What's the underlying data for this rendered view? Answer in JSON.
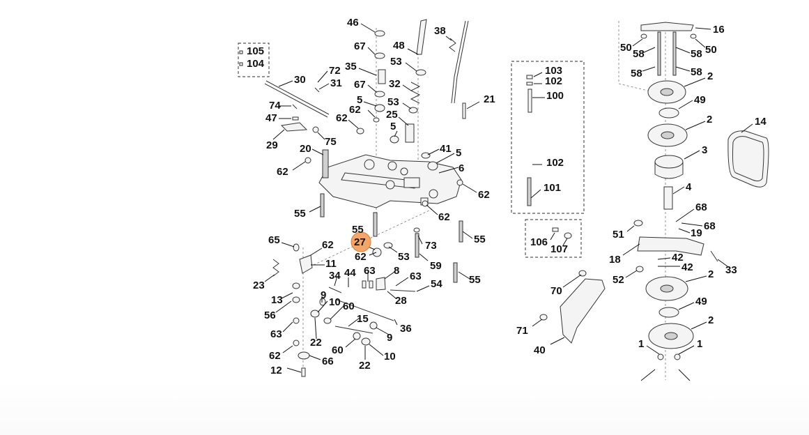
{
  "highlight": {
    "label": "27",
    "color": "#f2a66a"
  },
  "labels": [
    "46",
    "48",
    "38",
    "67",
    "53",
    "105",
    "104",
    "35",
    "72",
    "30",
    "31",
    "67",
    "32",
    "21",
    "5",
    "74",
    "62",
    "53",
    "62",
    "25",
    "47",
    "5",
    "75",
    "29",
    "20",
    "41",
    "5",
    "62",
    "6",
    "62",
    "55",
    "62",
    "55",
    "27",
    "65",
    "62",
    "73",
    "55",
    "62",
    "53",
    "11",
    "59",
    "23",
    "34",
    "44",
    "63",
    "8",
    "63",
    "54",
    "55",
    "13",
    "9",
    "10",
    "60",
    "28",
    "56",
    "36",
    "15",
    "63",
    "22",
    "9",
    "60",
    "62",
    "10",
    "66",
    "22",
    "12",
    "103",
    "102",
    "100",
    "102",
    "101",
    "106",
    "107",
    "16",
    "50",
    "58",
    "58",
    "50",
    "58",
    "58",
    "2",
    "49",
    "2",
    "14",
    "3",
    "4",
    "68",
    "19",
    "68",
    "51",
    "18",
    "42",
    "33",
    "42",
    "52",
    "70",
    "2",
    "49",
    "71",
    "2",
    "40",
    "1",
    "1"
  ]
}
